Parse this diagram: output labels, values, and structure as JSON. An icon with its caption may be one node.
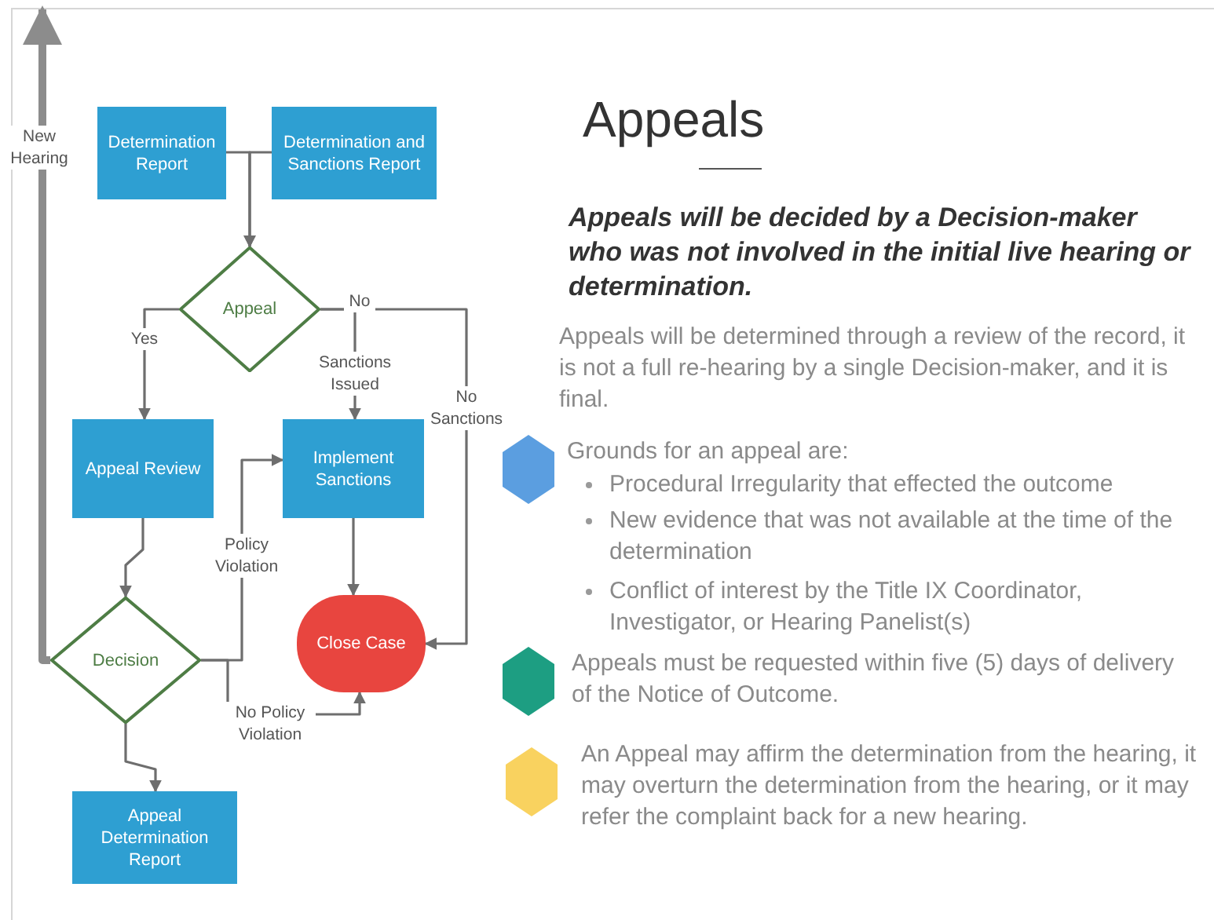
{
  "diagram": {
    "title": "Appeals",
    "nodes": [
      {
        "text": [
          "Determination Report"
        ]
      },
      {
        "text": [
          "Determination and Sanctions Report"
        ]
      },
      {
        "text": [
          "Appeal"
        ]
      },
      {
        "text": [
          "Appeal Review"
        ]
      },
      {
        "text": [
          "Implement Sanctions"
        ]
      },
      {
        "text": [
          "Close Case"
        ]
      },
      {
        "text": [
          "Decision"
        ]
      },
      {
        "text": [
          "Appeal Determination Report"
        ]
      }
    ],
    "edges": [
      {
        "from": 0,
        "to": 2,
        "arrow": "to"
      },
      {
        "from": 1,
        "to": 2,
        "arrow": "to"
      },
      {
        "from": 2,
        "to": 3,
        "arrow": "to",
        "label": "Yes"
      },
      {
        "from": 2,
        "to": 4,
        "arrow": "to",
        "label": "Sanctions Issued"
      },
      {
        "from": 2,
        "to": 5,
        "arrow": "to",
        "label": "No Sanctions"
      },
      {
        "from": 3,
        "to": 6,
        "arrow": "to"
      },
      {
        "from": 6,
        "to": 4,
        "arrow": "to",
        "label": "Policy Violation"
      },
      {
        "from": 6,
        "to": 5,
        "arrow": "to",
        "label": "No Policy Violation"
      },
      {
        "from": 4,
        "to": 5,
        "arrow": "to"
      },
      {
        "from": 6,
        "to": 7,
        "arrow": "to"
      },
      {
        "from": 6,
        "to": null,
        "arrow": "to",
        "label": "New Hearing",
        "style": "thick",
        "color": "#8c8c8c"
      }
    ],
    "labels": [
      "No",
      "Appeals will be decided by a Decision-maker who was not involved in the initial live hearing or determination.",
      "Appeals will be determined through a review of the record, it is not a full re-hearing by a single Decision-maker, and it is final.",
      "Grounds for an appeal are:",
      "Procedural Irregularity that effected the outcome",
      "New evidence that was not available at the time of the determination",
      "Conflict of interest by the Title IX Coordinator, Investigator, or Hearing Panelist(s)",
      "Appeals must be requested within five (5) days of delivery of the Notice of Outcome.",
      "An Appeal may affirm the determination from the hearing, it may overturn the determination from the hearing, or it may refer the complaint back for a new hearing."
    ]
  }
}
